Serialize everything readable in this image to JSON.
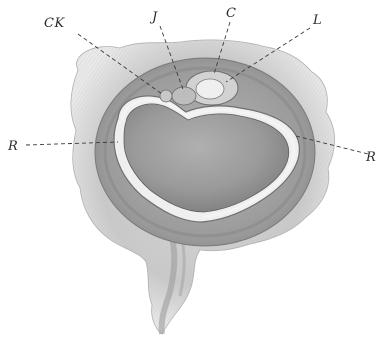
{
  "labels": {
    "ck": "CK",
    "j": "J",
    "c": "C",
    "l": "L",
    "r_left": "R",
    "r_right": "R"
  },
  "colors": {
    "background": "#ffffff",
    "outer_tissue": "#cfcfcf",
    "outer_ring": "#a9a9a9",
    "inner_ring": "#8a8a8a",
    "lumen": "#9c9c9c",
    "lining": "#e6e6e6"
  }
}
